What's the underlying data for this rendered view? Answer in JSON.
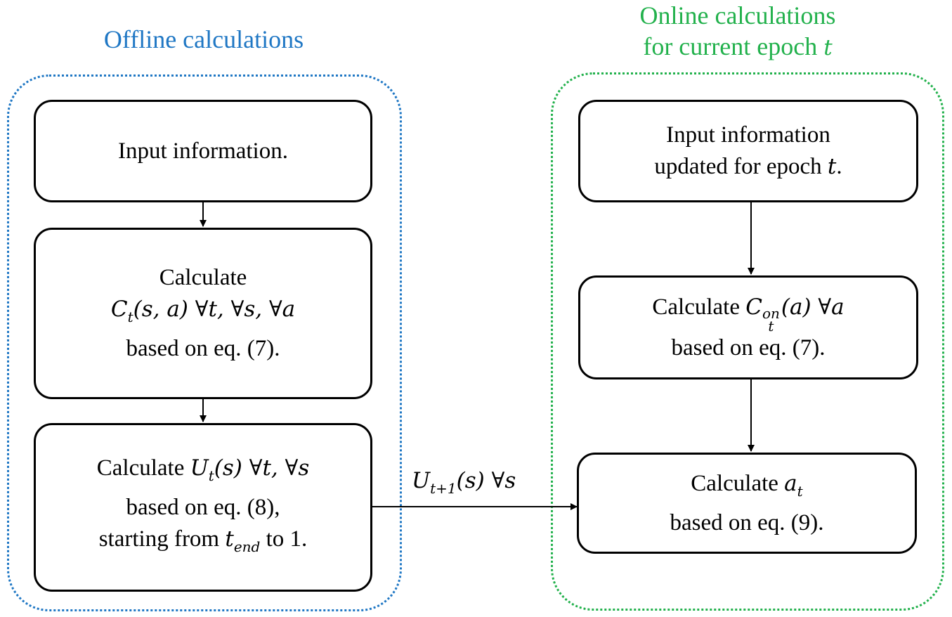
{
  "colors": {
    "offline": "#1f77c4",
    "online": "#22b14c",
    "stroke": "#000000"
  },
  "offline": {
    "title": "Offline calculations",
    "box1": {
      "line1": "Input information."
    },
    "box2": {
      "line1": "Calculate",
      "line2_math": "C",
      "line2_sub": "t",
      "line2_rest": "(s, a) ∀t, ∀s, ∀a",
      "line3": "based on eq. (7)."
    },
    "box3": {
      "line1_text": "Calculate ",
      "line1_math": "U",
      "line1_sub": "t",
      "line1_rest": "(s) ∀t, ∀s",
      "line2": "based on eq. (8),",
      "line3_text": "starting from ",
      "line3_math": "t",
      "line3_sub": "end",
      "line3_rest": " to 1."
    }
  },
  "online": {
    "title_line1": "Online calculations",
    "title_line2_text": "for current epoch ",
    "title_line2_math": "t",
    "box1": {
      "line1": "Input information",
      "line2_text": "updated for epoch ",
      "line2_math": "t",
      "line2_end": "."
    },
    "box2": {
      "line1_text": "Calculate ",
      "line1_math": "C",
      "line1_sub": "t",
      "line1_sup": "on",
      "line1_rest": "(a) ∀a",
      "line2": "based on eq. (7)."
    },
    "box3": {
      "line1_text": "Calculate ",
      "line1_math": "a",
      "line1_sub": "t",
      "line2": "based on eq. (9)."
    }
  },
  "edge": {
    "math": "U",
    "sub": "t+1",
    "rest": "(s) ∀s"
  }
}
